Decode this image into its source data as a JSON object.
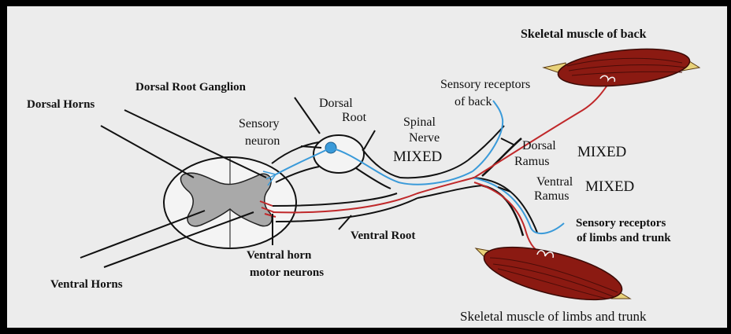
{
  "labels": {
    "skeletal_back": "Skeletal muscle of back",
    "sensory_back_1": "Sensory receptors",
    "sensory_back_2": "of back",
    "drg": "Dorsal Root Ganglion",
    "dorsal_horns": "Dorsal Horns",
    "dorsal_root_1": "Dorsal",
    "dorsal_root_2": "Root",
    "sensory_neuron_1": "Sensory",
    "sensory_neuron_2": "neuron",
    "spinal_nerve_1": "Spinal",
    "spinal_nerve_2": "Nerve",
    "mixed_nerve": "MIXED",
    "dorsal_ramus_1": "Dorsal",
    "dorsal_ramus_2": "Ramus",
    "mixed_dorsal": "MIXED",
    "ventral_ramus_1": "Ventral",
    "ventral_ramus_2": "Ramus",
    "mixed_ventral": "MIXED",
    "sensory_limbs_1": "Sensory receptors",
    "sensory_limbs_2": "of limbs and trunk",
    "ventral_root": "Ventral Root",
    "ventral_horn_1": "Ventral horn",
    "ventral_horn_2": "motor neurons",
    "ventral_horns": "Ventral Horns",
    "skeletal_limbs": "Skeletal muscle of limbs and trunk"
  },
  "colors": {
    "background": "#ececec",
    "frame": "#000000",
    "gray_matter": "#a9a9a9",
    "sensory_fiber": "#3a9ad9",
    "motor_fiber": "#c0282a",
    "muscle": "#8b1a12",
    "tendon": "#e8d27a"
  }
}
